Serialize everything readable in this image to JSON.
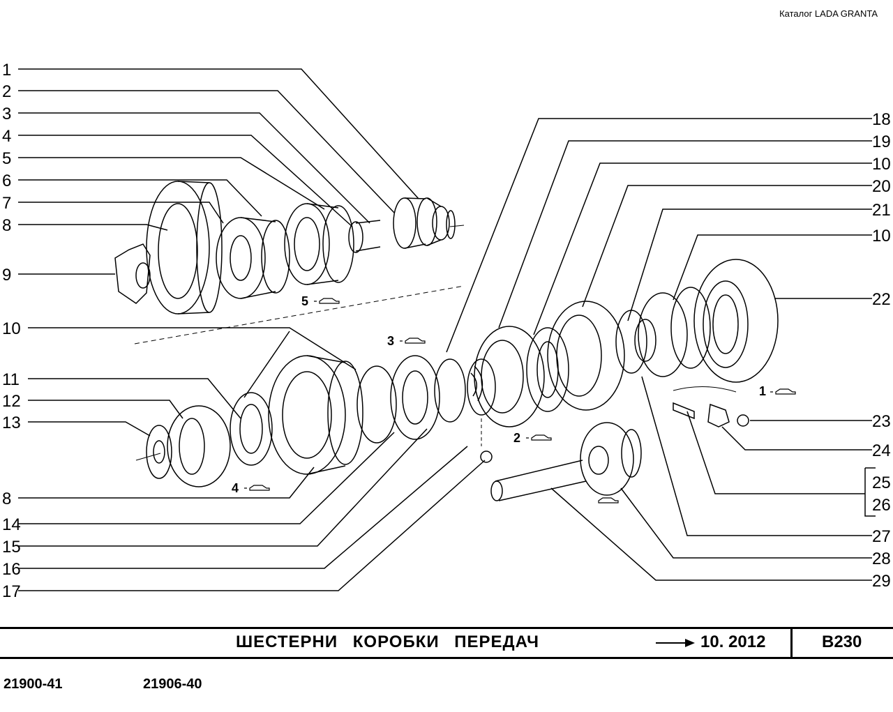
{
  "header": {
    "catalog_title": "Каталог LADA  GRANTA"
  },
  "callouts": [
    "1",
    "2",
    "3",
    "4",
    "5",
    "6",
    "7",
    "8",
    "9",
    "10",
    "11",
    "12",
    "13",
    "18",
    "19",
    "10",
    "20",
    "21",
    "10",
    "22",
    "23",
    "24",
    "25",
    "26",
    "27",
    "28",
    "29",
    "8",
    "14",
    "15",
    "16",
    "17"
  ],
  "gear_markers": [
    "5",
    "3",
    "2",
    "4",
    "1"
  ],
  "footer": {
    "title": "ШЕСТЕРНИ   КОРОБКИ   ПЕРЕДАЧ",
    "date": "10. 2012",
    "code": "B230"
  },
  "models": [
    "21900-41",
    "21906-40"
  ]
}
